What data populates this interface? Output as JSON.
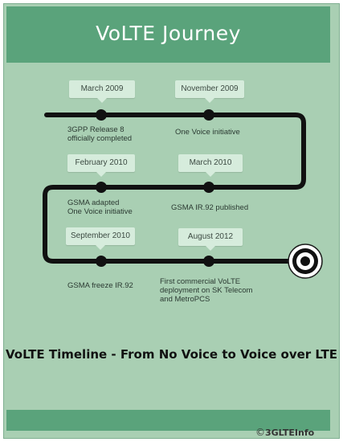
{
  "header": {
    "title": "VoLTE Journey"
  },
  "events": [
    {
      "date": "March 2009",
      "description": "3GPP Release 8\nofficially completed"
    },
    {
      "date": "November  2009",
      "description": "One Voice initiative"
    },
    {
      "date": "February 2010",
      "description": "GSMA adapted\nOne Voice initiative"
    },
    {
      "date": "March 2010",
      "description": "GSMA IR.92 published"
    },
    {
      "date": "September 2010",
      "description": "GSMA freeze IR.92"
    },
    {
      "date": "August 2012",
      "description": "First commercial VoLTE\ndeployment on SK Telecom\nand MetroPCS"
    }
  ],
  "caption": "VoLTE Timeline - From No Voice to Voice over LTE",
  "watermark": {
    "symbol": "©",
    "text": "3GLTEInfo"
  },
  "colors": {
    "background": "#a9cfb3",
    "header": "#5aa37b",
    "path": "#111111",
    "bubble": "#d6ecdc",
    "title_text": "#ffffff"
  },
  "icons": {
    "end_marker": "target-icon"
  }
}
